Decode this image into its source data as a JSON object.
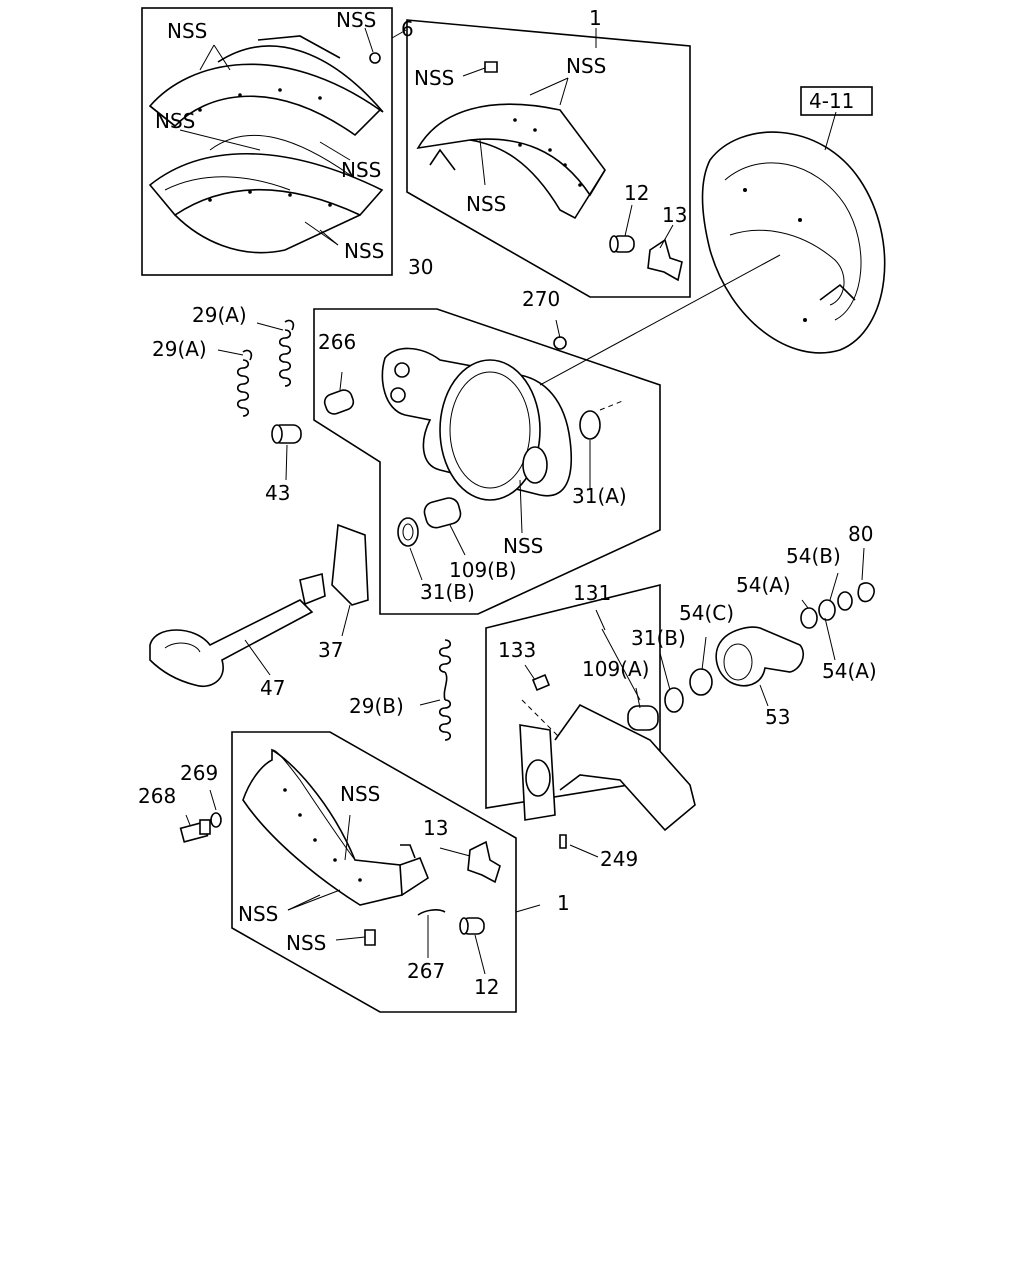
{
  "labels": {
    "nss": "NSS",
    "l1": "1",
    "l6": "6",
    "l4_11": "4-11",
    "l12": "12",
    "l13": "13",
    "l29a": "29(A)",
    "l29b": "29(B)",
    "l30": "30",
    "l270": "270",
    "l266": "266",
    "l43": "43",
    "l31a": "31(A)",
    "l31b": "31(B)",
    "l109a": "109(A)",
    "l109b": "109(B)",
    "l37": "37",
    "l47": "47",
    "l131": "131",
    "l133": "133",
    "l54a": "54(A)",
    "l54b": "54(B)",
    "l54c": "54(C)",
    "l80": "80",
    "l53": "53",
    "l249": "249",
    "l268": "268",
    "l269": "269",
    "l267": "267"
  },
  "icons": [
    "brake-lining-icon",
    "brake-shoe-icon",
    "dust-shield-icon",
    "spider-icon",
    "camshaft-icon",
    "slack-adjuster-icon",
    "spring-icon"
  ]
}
